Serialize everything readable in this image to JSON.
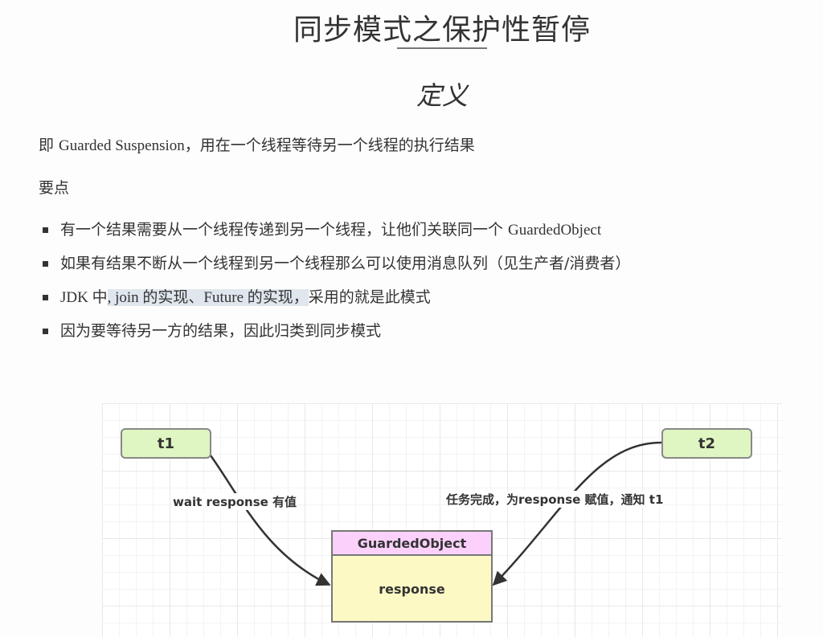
{
  "page": {
    "title": "同步模式之保护性暂停",
    "section_heading": "定义",
    "intro_prefix": "即 ",
    "intro_term": "Guarded Suspension",
    "intro_rest": "，用在一个线程等待另一个线程的执行结果",
    "key_points_label": "要点",
    "bullets": [
      {
        "text_a": "有一个结果需要从一个线程传递到另一个线程，让他们关联同一个 ",
        "text_b": "GuardedObject"
      },
      {
        "text_a": "如果有结果不断从一个线程到另一个线程那么可以使用消息队列（见生产者/消费者）",
        "text_b": ""
      },
      {
        "prefix": "JDK 中",
        "highlighted": ", join 的实现、Future 的实现，",
        "suffix": "采用的就是此模式"
      },
      {
        "text_a": "因为要等待另一方的结果，因此归类到同步模式",
        "text_b": ""
      }
    ]
  },
  "diagram": {
    "nodes": {
      "t1": "t1",
      "t2": "t2",
      "guarded_object": {
        "name": "GuardedObject",
        "field": "response"
      }
    },
    "edges": {
      "t1_label": "wait response 有值",
      "t2_label": "任务完成，为response 赋值，通知 t1"
    },
    "colors": {
      "thread_fill": "#dff5c2",
      "class_header_fill": "#fbd0fb",
      "class_body_fill": "#fdf9c5",
      "highlight": "#dfe6ee"
    }
  }
}
